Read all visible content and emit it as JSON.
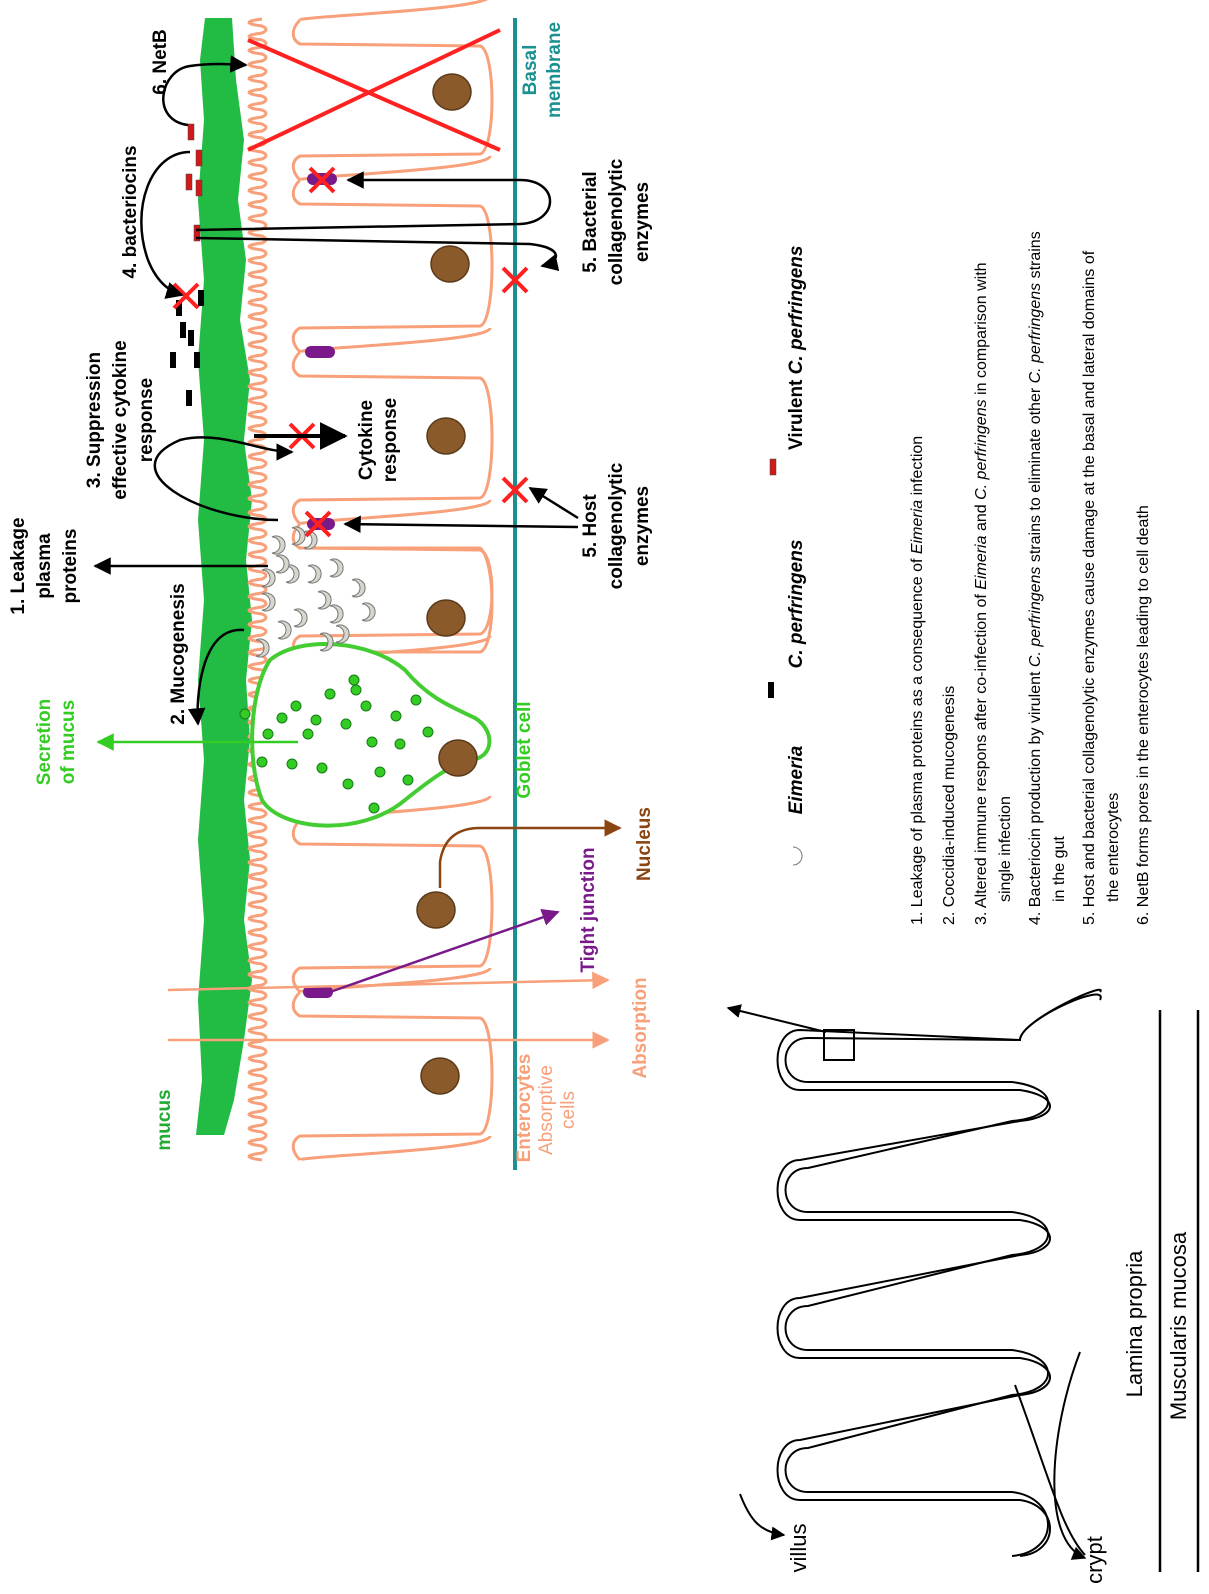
{
  "labels": {
    "mucus": "mucus",
    "enterocytes": "Enterocytes",
    "absorptive_1": "Absorptive",
    "absorptive_2": "cells",
    "absorption": "Absorption",
    "tight_junction": "Tight junction",
    "nucleus": "Nucleus",
    "goblet_cell": "Goblet cell",
    "secretion_1": "Secretion",
    "secretion_2": "of mucus",
    "basal_1": "Basal",
    "basal_2": "membrane",
    "cytokine_1": "Cytokine",
    "cytokine_2": "response"
  },
  "steps": {
    "s1_l1": "1. Leakage",
    "s1_l2": "plasma",
    "s1_l3": "proteins",
    "s2": "2. Mucogenesis",
    "s3_l1": "3. Suppression",
    "s3_l2": "effective cytokine",
    "s3_l3": "response",
    "s4": "4. bacteriocins",
    "s5a_l1": "5. Host",
    "s5a_l2": "collagenolytic",
    "s5a_l3": "enzymes",
    "s5b_l1": "5. Bacterial",
    "s5b_l2": "collagenolytic",
    "s5b_l3": "enzymes",
    "s6": "6. NetB"
  },
  "legend": {
    "eimeria": "Eimeria",
    "cperf": "C. perfringens",
    "virulent_prefix": "Virulent ",
    "virulent_species": "C. perfringens"
  },
  "notes": [
    {
      "num": "1.",
      "parts": [
        {
          "t": "Leakage of plasma proteins as a consequence of ",
          "i": false
        },
        {
          "t": "Eimeria",
          "i": true
        },
        {
          "t": " infection",
          "i": false
        }
      ],
      "line2": ""
    },
    {
      "num": "2.",
      "parts": [
        {
          "t": "Coccidia-induced mucogenesis",
          "i": false
        }
      ],
      "line2": ""
    },
    {
      "num": "3.",
      "parts": [
        {
          "t": "Altered immune respons after co-infection of ",
          "i": false
        },
        {
          "t": "Eimeria",
          "i": true
        },
        {
          "t": " and ",
          "i": false
        },
        {
          "t": "C. perfringens",
          "i": true
        },
        {
          "t": " in comparison with",
          "i": false
        }
      ],
      "line2": "single infection"
    },
    {
      "num": "4.",
      "parts": [
        {
          "t": "Bacteriocin production by virulent ",
          "i": false
        },
        {
          "t": "C. perfringens",
          "i": true
        },
        {
          "t": " strains to eliminate other ",
          "i": false
        },
        {
          "t": "C. perfringens",
          "i": true
        },
        {
          "t": " strains",
          "i": false
        }
      ],
      "line2": "in the gut"
    },
    {
      "num": "5.",
      "parts": [
        {
          "t": "Host and bacterial collagenolytic enzymes cause damage at the basal and lateral domains of",
          "i": false
        }
      ],
      "line2": "the enterocytes"
    },
    {
      "num": "6.",
      "parts": [
        {
          "t": "NetB forms pores in the enterocytes leading to cell death",
          "i": false
        }
      ],
      "line2": ""
    }
  ],
  "villus_diagram": {
    "lamina_propria": "Lamina propria",
    "muscularis": "Muscularis mucosa",
    "villus": "villus",
    "crypt": "crypt"
  },
  "colors": {
    "mucus_green": "#22bb44",
    "cell_orange": "#f7a07a",
    "basal_teal": "#1a9090",
    "nucleus_brown": "#8b5a2b",
    "tight_junction_purple": "#7a1a8a",
    "cross_red": "#ff1a1a",
    "goblet_green": "#44cc33"
  }
}
